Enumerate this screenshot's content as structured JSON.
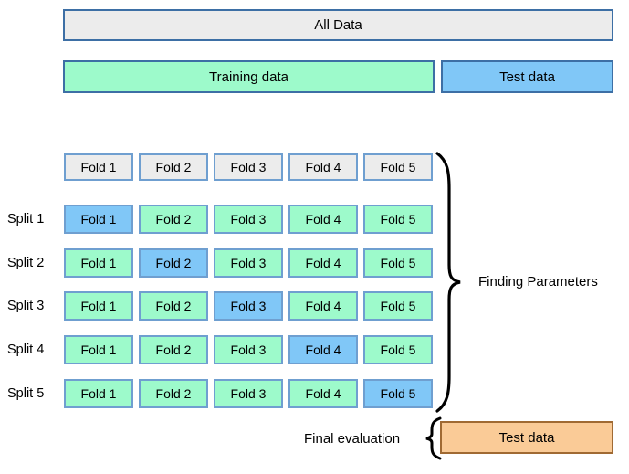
{
  "diagram": {
    "title_bar": {
      "label": "All Data"
    },
    "split_bar": {
      "train_label": "Training data",
      "test_label": "Test data"
    },
    "fold_header": {
      "labels": [
        "Fold 1",
        "Fold 2",
        "Fold 3",
        "Fold 4",
        "Fold 5"
      ]
    },
    "splits": [
      {
        "label": "Split 1",
        "cells": [
          {
            "label": "Fold 1",
            "role": "valid"
          },
          {
            "label": "Fold 2",
            "role": "train"
          },
          {
            "label": "Fold 3",
            "role": "train"
          },
          {
            "label": "Fold 4",
            "role": "train"
          },
          {
            "label": "Fold 5",
            "role": "train"
          }
        ]
      },
      {
        "label": "Split 2",
        "cells": [
          {
            "label": "Fold 1",
            "role": "train"
          },
          {
            "label": "Fold 2",
            "role": "valid"
          },
          {
            "label": "Fold 3",
            "role": "train"
          },
          {
            "label": "Fold 4",
            "role": "train"
          },
          {
            "label": "Fold 5",
            "role": "train"
          }
        ]
      },
      {
        "label": "Split 3",
        "cells": [
          {
            "label": "Fold 1",
            "role": "train"
          },
          {
            "label": "Fold 2",
            "role": "train"
          },
          {
            "label": "Fold 3",
            "role": "valid"
          },
          {
            "label": "Fold 4",
            "role": "train"
          },
          {
            "label": "Fold 5",
            "role": "train"
          }
        ]
      },
      {
        "label": "Split 4",
        "cells": [
          {
            "label": "Fold 1",
            "role": "train"
          },
          {
            "label": "Fold 2",
            "role": "train"
          },
          {
            "label": "Fold 3",
            "role": "train"
          },
          {
            "label": "Fold 4",
            "role": "valid"
          },
          {
            "label": "Fold 5",
            "role": "train"
          }
        ]
      },
      {
        "label": "Split 5",
        "cells": [
          {
            "label": "Fold 1",
            "role": "train"
          },
          {
            "label": "Fold 2",
            "role": "train"
          },
          {
            "label": "Fold 3",
            "role": "train"
          },
          {
            "label": "Fold 4",
            "role": "train"
          },
          {
            "label": "Fold 5",
            "role": "valid"
          }
        ]
      }
    ],
    "annotations": {
      "finding_parameters": "Finding Parameters",
      "final_evaluation": "Final evaluation"
    },
    "final_box": {
      "label": "Test data"
    },
    "colors": {
      "grey_fill": "#ececec",
      "green_fill": "#9dfacb",
      "blue_fill": "#80c7f7",
      "orange_fill": "#facb97",
      "border_blue": "#3d6fa5",
      "cell_border": "#6f9fd0",
      "orange_border": "#a06a33",
      "text": "#000000"
    }
  }
}
